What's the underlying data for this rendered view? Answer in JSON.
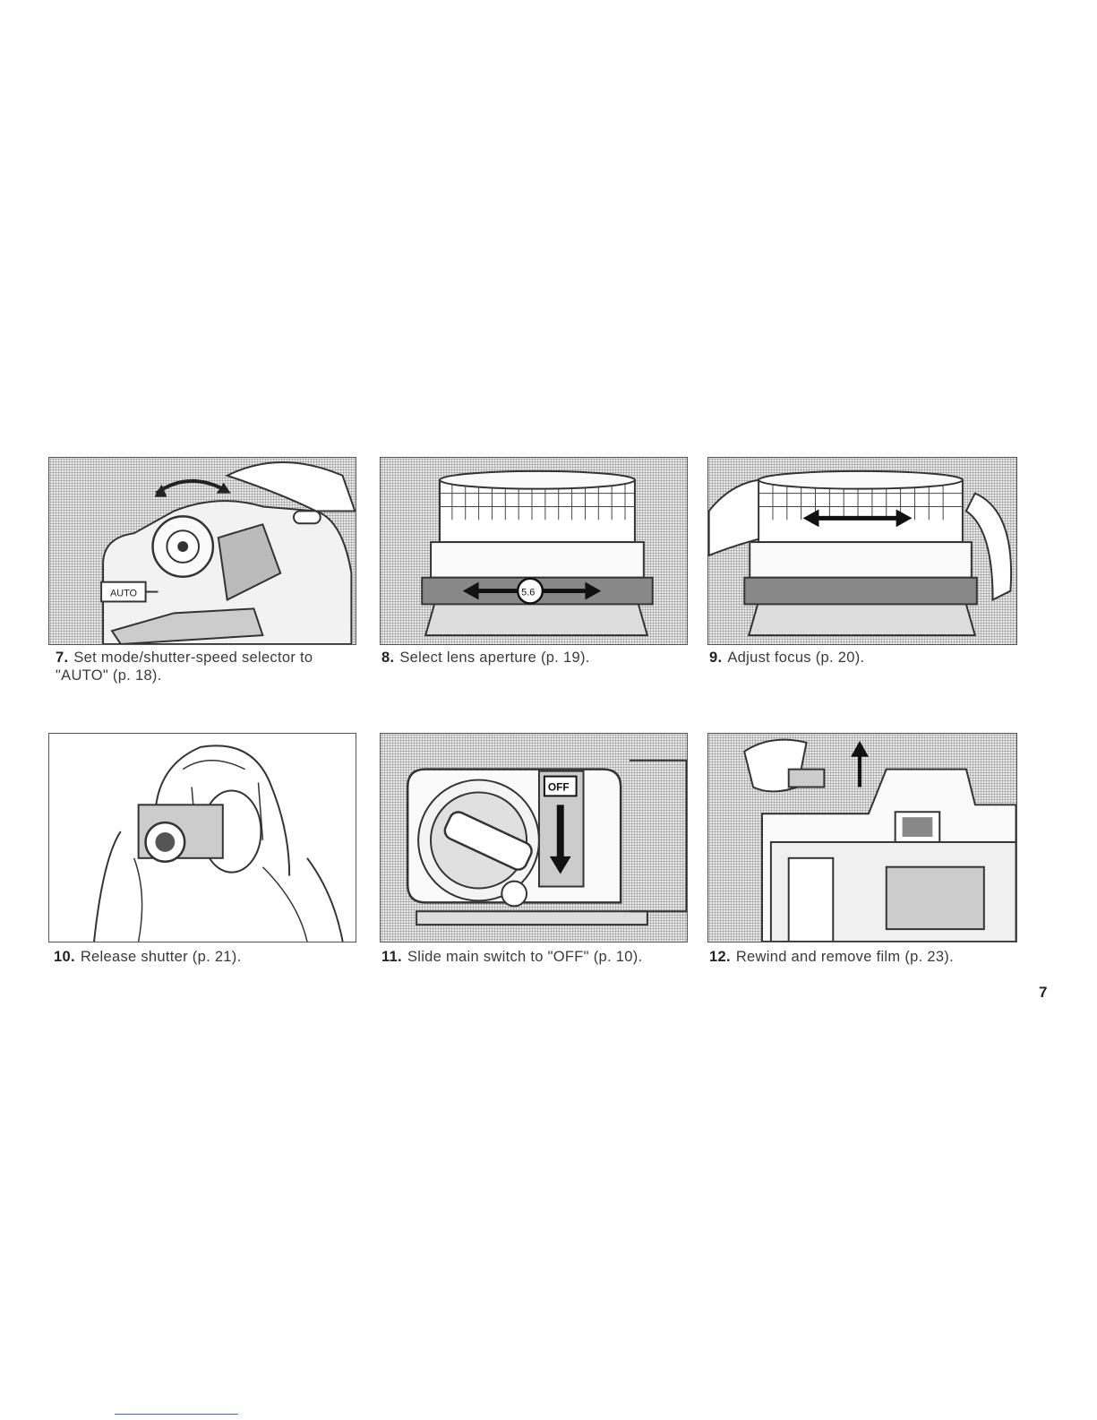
{
  "steps": [
    {
      "number": "7.",
      "text": "Set mode/shutter-speed selector to \"AUTO\" (p. 18).",
      "illustration_label": "AUTO",
      "illustration": "mode-selector-dial"
    },
    {
      "number": "8.",
      "text": "Select lens aperture (p. 19).",
      "illustration_label": "5.6",
      "illustration": "lens-aperture-ring"
    },
    {
      "number": "9.",
      "text": "Adjust focus (p. 20).",
      "illustration": "lens-focus-ring"
    },
    {
      "number": "10.",
      "text": "Release shutter (p. 21).",
      "illustration": "person-with-camera"
    },
    {
      "number": "11.",
      "text": "Slide main switch to \"OFF\" (p. 10).",
      "illustration_label": "OFF",
      "illustration": "main-switch"
    },
    {
      "number": "12.",
      "text": "Rewind and remove film (p. 23).",
      "illustration": "rewind-crank"
    }
  ],
  "page_number": "7",
  "colors": {
    "ink": "#333333",
    "screen": "#e6e6e6",
    "link": "#3a6ad6"
  }
}
